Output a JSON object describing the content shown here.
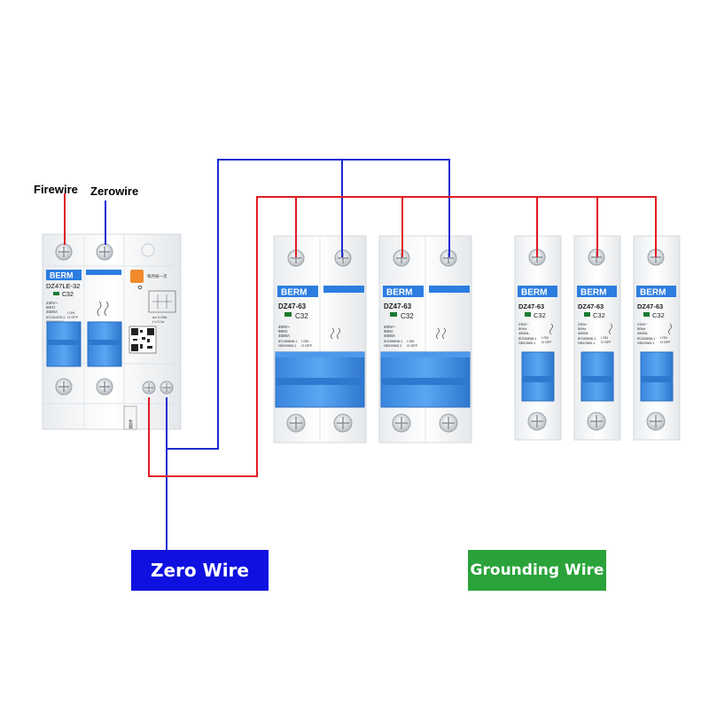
{
  "labels": {
    "firewire": "Firewire",
    "zerowire": "Zerowire"
  },
  "banners": {
    "zero_wire": "Zero Wire",
    "grounding_wire": "Grounding Wire"
  },
  "colors": {
    "fire_wire": "#e01b24",
    "zero_wire": "#1d2bd1",
    "zero_banner_bg": "#1010e0",
    "ground_banner_bg": "#2aa33a",
    "handle_blue": "#3f8fe8",
    "brand_strip": "#2b7de0"
  },
  "rcbo": {
    "brand": "BERM",
    "model": "DZ47LE-32",
    "rating": "C32",
    "specs": [
      "230V~",
      "50Hz",
      "4500A"
    ],
    "standard": "IEC61009-1",
    "standard2": "GB16917.1",
    "on_off": [
      "I ON",
      "O OFF"
    ],
    "side_label": "负载",
    "test_note": "每月按一次",
    "leak_note": "Δn 0.03A",
    "time_note": "t ≤ 0.1s"
  },
  "breakers_2p": [
    {
      "brand": "BERM",
      "model": "DZ47-63",
      "rating": "C32",
      "specs": [
        "400V~",
        "50Hz",
        "4500A"
      ],
      "standard": "IEC60898-1",
      "standard2": "GB10963.1",
      "on_off": [
        "I ON",
        "O OFF"
      ]
    },
    {
      "brand": "BERM",
      "model": "DZ47-63",
      "rating": "C32",
      "specs": [
        "400V~",
        "50Hz",
        "4500A"
      ],
      "standard": "IEC60898-1",
      "standard2": "GB10963.1",
      "on_off": [
        "I ON",
        "O OFF"
      ]
    }
  ],
  "breakers_1p": [
    {
      "brand": "BERM",
      "model": "DZ47-63",
      "rating": "C32",
      "specs": [
        "230V~",
        "50Hz",
        "4500A"
      ],
      "standard": "IEC60898-1",
      "standard2": "GB10963.1",
      "on_off": [
        "I ON",
        "O OFF"
      ]
    },
    {
      "brand": "BERM",
      "model": "DZ47-63",
      "rating": "C32",
      "specs": [
        "230V~",
        "50Hz",
        "4500A"
      ],
      "standard": "IEC60898-1",
      "standard2": "GB10963.1",
      "on_off": [
        "I ON",
        "O OFF"
      ]
    },
    {
      "brand": "BERM",
      "model": "DZ47-63",
      "rating": "C32",
      "specs": [
        "230V~",
        "50Hz",
        "4500A"
      ],
      "standard": "IEC60898-1",
      "standard2": "GB10963.1",
      "on_off": [
        "I ON",
        "O OFF"
      ]
    }
  ]
}
